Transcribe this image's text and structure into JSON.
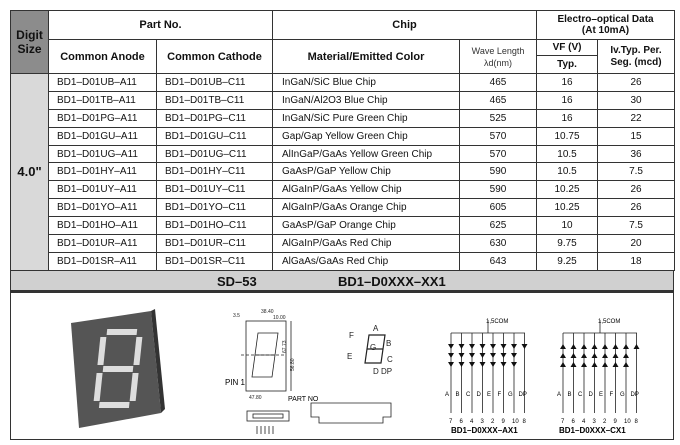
{
  "header": {
    "digit_size": "Digit Size",
    "part_no": "Part No.",
    "chip": "Chip",
    "electro": "Electro–optical Data",
    "electro_sub": "(At 10mA)",
    "common_anode": "Common Anode",
    "common_cathode": "Common Cathode",
    "material": "Material/Emitted Color",
    "wave_length": "Wave Length",
    "wave_unit": "λd(nm)",
    "vf": "VF (V)",
    "typ": "Typ.",
    "iv": "Iv.Typ. Per.",
    "iv_sub": "Seg. (mcd)"
  },
  "digit_size_value": "4.0\"",
  "rows": [
    {
      "anode": "BD1–D01UB–A11",
      "cathode": "BD1–D01UB–C11",
      "chip": "InGaN/SiC  Blue Chip",
      "wave": "465",
      "vf": "16",
      "iv": "26"
    },
    {
      "anode": "BD1–D01TB–A11",
      "cathode": "BD1–D01TB–C11",
      "chip": "InGaN/Al2O3 Blue Chip",
      "wave": "465",
      "vf": "16",
      "iv": "30"
    },
    {
      "anode": "BD1–D01PG–A11",
      "cathode": "BD1–D01PG–C11",
      "chip": "InGaN/SiC Pure Green Chip",
      "wave": "525",
      "vf": "16",
      "iv": "22"
    },
    {
      "anode": "BD1–D01GU–A11",
      "cathode": "BD1–D01GU–C11",
      "chip": "Gap/Gap Yellow Green  Chip",
      "wave": "570",
      "vf": "10.75",
      "iv": "15"
    },
    {
      "anode": "BD1–D01UG–A11",
      "cathode": "BD1–D01UG–C11",
      "chip": "AlInGaP/GaAs Yellow Green Chip",
      "wave": "570",
      "vf": "10.5",
      "iv": "36"
    },
    {
      "anode": "BD1–D01HY–A11",
      "cathode": "BD1–D01HY–C11",
      "chip": "GaAsP/GaP Yellow  Chip",
      "wave": "590",
      "vf": "10.5",
      "iv": "7.5"
    },
    {
      "anode": "BD1–D01UY–A11",
      "cathode": "BD1–D01UY–C11",
      "chip": "AlGaInP/GaAs Yellow  Chip",
      "wave": "590",
      "vf": "10.25",
      "iv": "26"
    },
    {
      "anode": "BD1–D01YO–A11",
      "cathode": "BD1–D01YO–C11",
      "chip": "AlGaInP/GaAs Orange  Chip",
      "wave": "605",
      "vf": "10.25",
      "iv": "26"
    },
    {
      "anode": "BD1–D01HO–A11",
      "cathode": "BD1–D01HO–C11",
      "chip": "GaAsP/GaP Orange  Chip",
      "wave": "625",
      "vf": "10",
      "iv": "7.5"
    },
    {
      "anode": "BD1–D01UR–A11",
      "cathode": "BD1–D01UR–C11",
      "chip": "AlGaInP/GaAs Red  Chip",
      "wave": "630",
      "vf": "9.75",
      "iv": "20"
    },
    {
      "anode": "BD1–D01SR–A11",
      "cathode": "BD1–D01SR–C11",
      "chip": "AlGaAs/GaAs Red Chip",
      "wave": "643",
      "vf": "9.25",
      "iv": "18"
    }
  ],
  "band": {
    "package": "SD–53",
    "part": "BD1–D0XXX–XX1"
  },
  "drawing": {
    "pin1": "PIN 1",
    "part_no": "PART NO",
    "dims": [
      "38.40",
      "10.00",
      "3.5",
      "47.80",
      "56.80",
      "67.73"
    ],
    "segments": [
      "A",
      "B",
      "C",
      "D",
      "E",
      "F",
      "G",
      "DP"
    ],
    "com": "1,5COM",
    "pins": [
      "7",
      "6",
      "4",
      "3",
      "2",
      "9",
      "10",
      "8"
    ],
    "anode_label": "BD1–D0XXX–AX1",
    "cathode_label": "BD1–D0XXX–CX1"
  }
}
